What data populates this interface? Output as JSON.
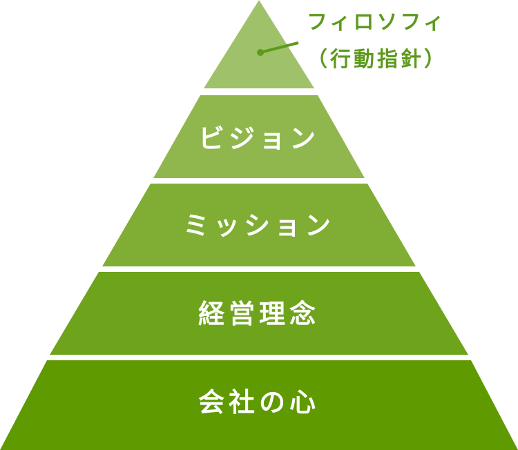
{
  "pyramid": {
    "tiers": [
      {
        "label": "会社の心",
        "color": "#5e9a00"
      },
      {
        "label": "経営理念",
        "color": "#6ea31c"
      },
      {
        "label": "ミッション",
        "color": "#80ad33"
      },
      {
        "label": "ビジョン",
        "color": "#90b74e"
      },
      {
        "label": "",
        "color": "#9fc169"
      }
    ],
    "callout": {
      "line1": "フィロソフィ",
      "line2": "（行動指針）",
      "color": "#5d9a1c"
    }
  }
}
